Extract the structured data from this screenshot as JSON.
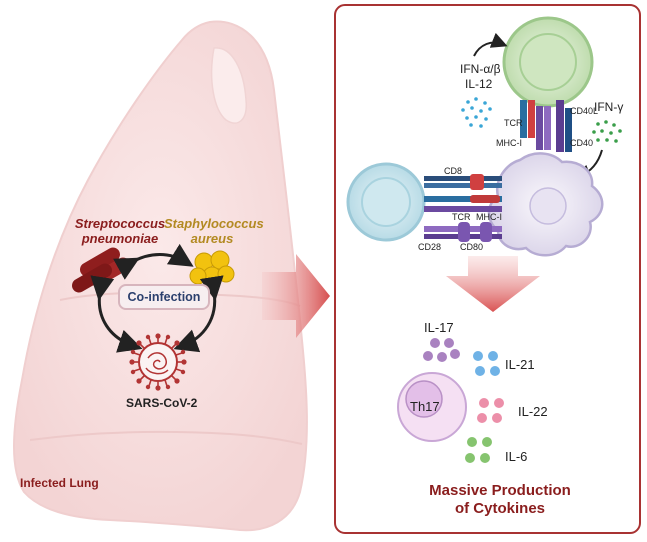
{
  "left_panel": {
    "species_1_line1": "Streptococcus",
    "species_1_line2": "pneumoniae",
    "species_2_line1": "Staphylococcus",
    "species_2_line2": "aureus",
    "center_label": "Co-infection",
    "virus_label": "SARS-CoV-2",
    "organ_label": "Infected Lung"
  },
  "right_panel": {
    "ifn_ab": "IFN-α/β",
    "il12": "IL-12",
    "ifn_g": "IFN-γ",
    "receptors_top": [
      "TCR",
      "MHC-I",
      "CD40L",
      "CD40"
    ],
    "receptors_left": [
      "CD8",
      "TCR",
      "MHC-I",
      "CD28",
      "CD80"
    ],
    "cell_label": "Th17",
    "cytokines": [
      "IL-17",
      "IL-21",
      "IL-22",
      "IL-6"
    ],
    "title_line1": "Massive Production",
    "title_line2": "of Cytokines"
  },
  "colors": {
    "dark_red": "#8a1d1d",
    "gold": "#b38a22",
    "lung_fill": "#f6dede",
    "panel_border": "#a83232",
    "il17": "#a982c0",
    "il21": "#6fb2e6",
    "il22": "#ec8fa9",
    "il6": "#86c46f"
  }
}
